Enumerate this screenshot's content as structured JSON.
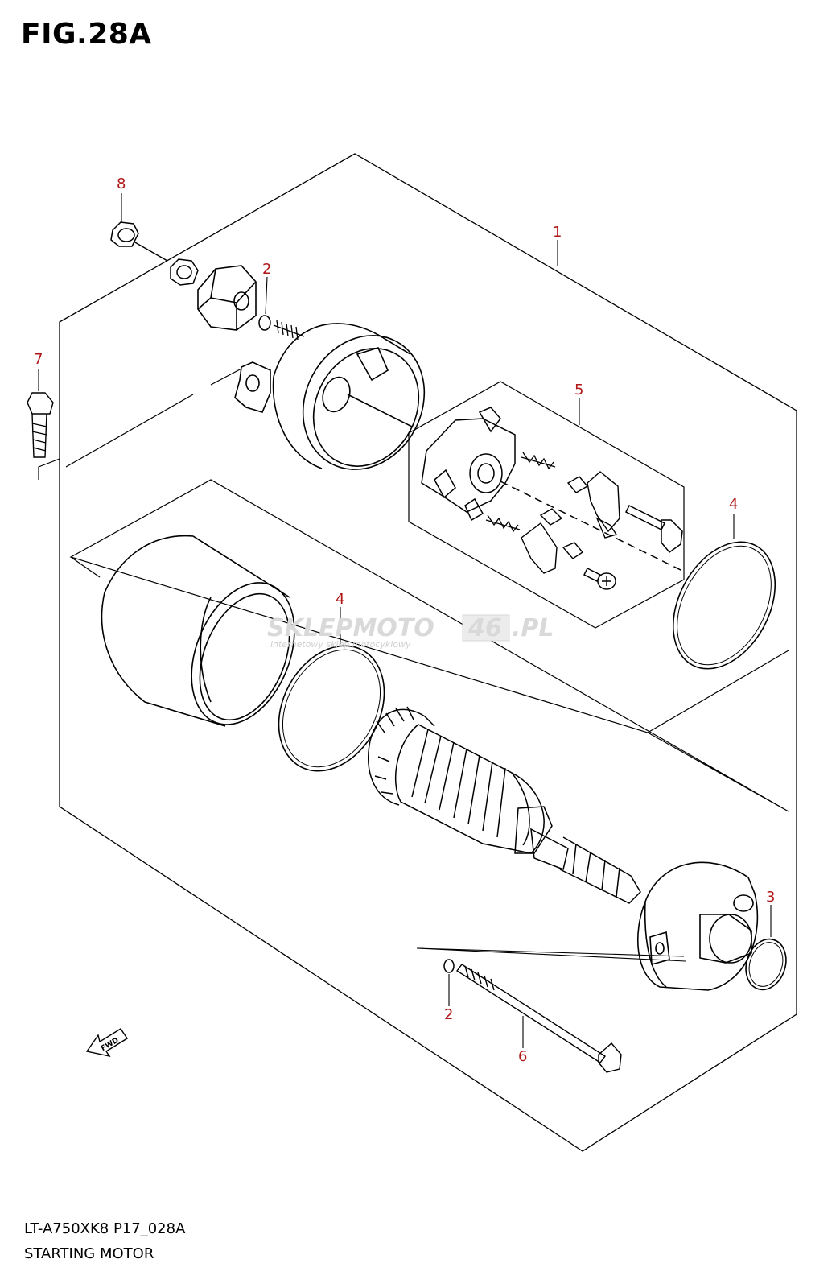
{
  "figure": {
    "title": "FIG.28A"
  },
  "watermark": {
    "brand_left": "SKLEP",
    "brand_mid": "MOTO",
    "brand_box": "46",
    "brand_right": ".PL",
    "tagline": "internetowy sklep motocyklowy"
  },
  "fwd_label": "FWD",
  "callouts": [
    {
      "id": "1",
      "label": "1"
    },
    {
      "id": "2a",
      "label": "2"
    },
    {
      "id": "2b",
      "label": "2"
    },
    {
      "id": "3",
      "label": "3"
    },
    {
      "id": "4a",
      "label": "4"
    },
    {
      "id": "4b",
      "label": "4"
    },
    {
      "id": "5",
      "label": "5"
    },
    {
      "id": "6",
      "label": "6"
    },
    {
      "id": "7",
      "label": "7"
    },
    {
      "id": "8",
      "label": "8"
    }
  ],
  "footer": {
    "model_code": "LT-A750XK8 P17_028A",
    "diagram_name": "STARTING MOTOR"
  },
  "colors": {
    "line": "#000000",
    "callout": "#b01818",
    "watermark": "#d9d9d9"
  }
}
